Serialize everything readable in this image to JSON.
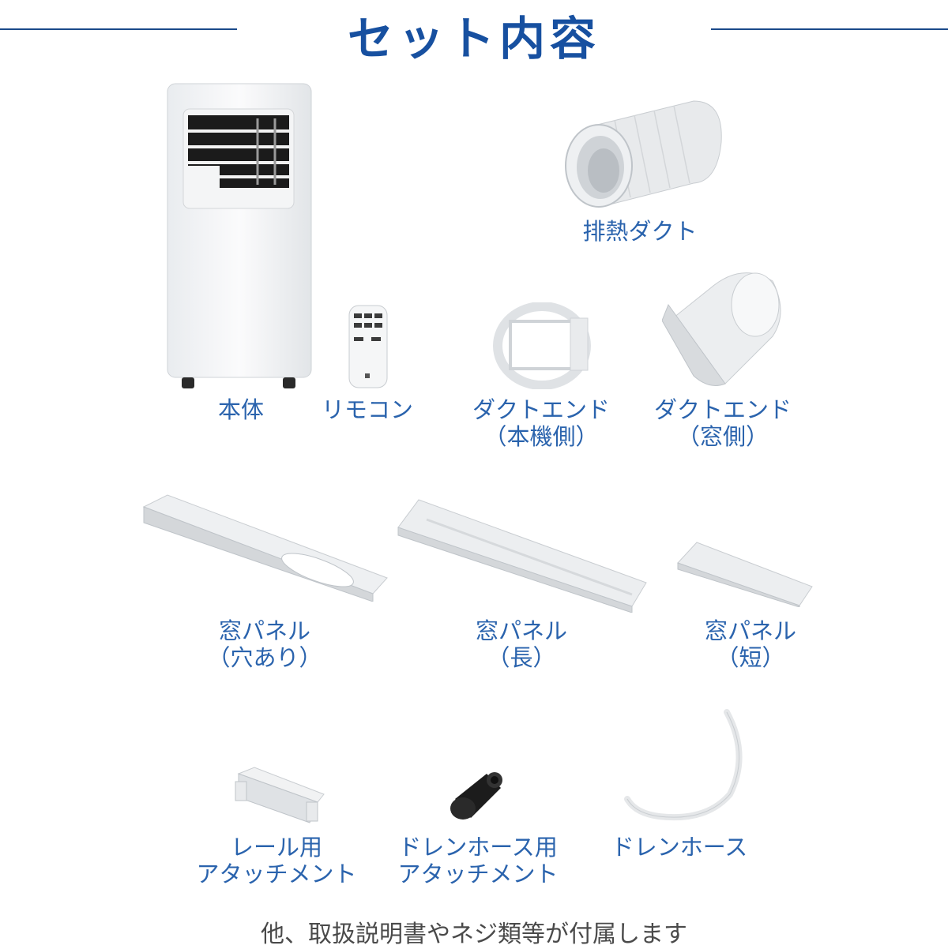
{
  "header": {
    "title": "セット内容"
  },
  "items": [
    {
      "id": "main-unit",
      "lines": [
        "本体"
      ]
    },
    {
      "id": "remote",
      "lines": [
        "リモコン"
      ]
    },
    {
      "id": "exhaust-duct",
      "lines": [
        "排熱ダクト"
      ]
    },
    {
      "id": "duct-end-unit",
      "lines": [
        "ダクトエンド",
        "（本機側）"
      ]
    },
    {
      "id": "duct-end-window",
      "lines": [
        "ダクトエンド",
        "（窓側）"
      ]
    },
    {
      "id": "panel-hole",
      "lines": [
        "窓パネル",
        "（穴あり）"
      ]
    },
    {
      "id": "panel-long",
      "lines": [
        "窓パネル",
        "（長）"
      ]
    },
    {
      "id": "panel-short",
      "lines": [
        "窓パネル",
        "（短）"
      ]
    },
    {
      "id": "rail-attachment",
      "lines": [
        "レール用",
        "アタッチメント"
      ]
    },
    {
      "id": "drain-attachment",
      "lines": [
        "ドレンホース用",
        "アタッチメント"
      ]
    },
    {
      "id": "drain-hose",
      "lines": [
        "ドレンホース"
      ]
    }
  ],
  "footer": {
    "note": "他、取扱説明書やネジ類等が付属します"
  }
}
